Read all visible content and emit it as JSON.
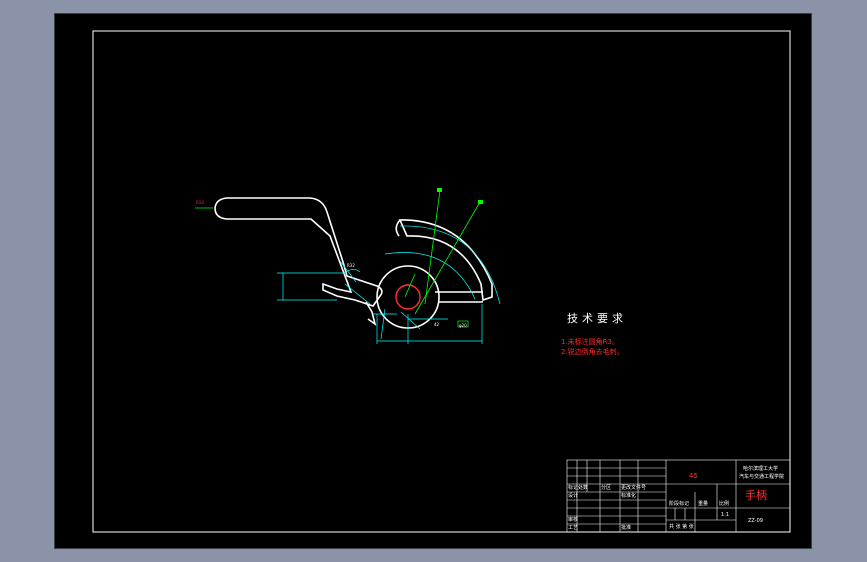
{
  "technical_requirements": {
    "title": "技术要求",
    "items": [
      "1.未标注圆角R3。",
      "2.锐边倒角去毛刺。"
    ]
  },
  "title_block": {
    "material": "45",
    "school": "哈尔滨理工大学",
    "school_line2": "汽车与交通工程学院",
    "part_name": "手柄",
    "drawing_no": "ZZ-09",
    "labels": {
      "mark": "标记",
      "count": "处数",
      "zone": "分区",
      "change_no": "更改文件号",
      "sign": "签名",
      "date": "年月日",
      "design": "设计",
      "standard": "标准化",
      "stage_mark": "阶段标记",
      "weight": "重量",
      "scale": "比例",
      "review": "审核",
      "process": "工艺",
      "approve": "批准",
      "sheets": "共 张 第 张"
    },
    "scale_value": "1:1"
  },
  "dimensions": {
    "radius_left": "R10",
    "dim_a": "R32",
    "dim_b": "42",
    "dim_c": "φ20"
  },
  "colors": {
    "background": "#000000",
    "geometry": "#ffffff",
    "dimension": "#00ffff",
    "leader": "#00ff00",
    "note": "#ff2a2a"
  }
}
